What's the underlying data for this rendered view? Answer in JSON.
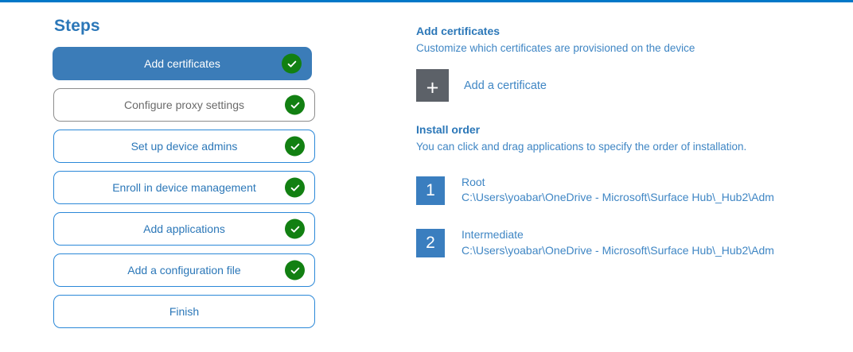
{
  "accent_color": "#0078c8",
  "steps_panel": {
    "heading": "Steps",
    "items": [
      {
        "label": "Add certificates",
        "variant": "active",
        "completed": true
      },
      {
        "label": "Configure proxy settings",
        "variant": "muted",
        "completed": true
      },
      {
        "label": "Set up device admins",
        "variant": "default",
        "completed": true
      },
      {
        "label": "Enroll in device management",
        "variant": "default",
        "completed": true
      },
      {
        "label": "Add applications",
        "variant": "default",
        "completed": true
      },
      {
        "label": "Add a configuration file",
        "variant": "default",
        "completed": true
      },
      {
        "label": "Finish",
        "variant": "default",
        "completed": false
      }
    ]
  },
  "detail": {
    "heading": "Add certificates",
    "subtext": "Customize which certificates are provisioned on the device",
    "add_certificate_label": "Add a certificate",
    "add_certificate_icon": "plus-icon",
    "install_order": {
      "heading": "Install order",
      "subtext": "You can click and drag applications to specify the order of installation.",
      "rows": [
        {
          "index": "1",
          "name": "Root",
          "path": "C:\\Users\\yoabar\\OneDrive - Microsoft\\Surface Hub\\_Hub2\\Adm"
        },
        {
          "index": "2",
          "name": "Intermediate",
          "path": "C:\\Users\\yoabar\\OneDrive - Microsoft\\Surface Hub\\_Hub2\\Adm"
        }
      ]
    }
  }
}
